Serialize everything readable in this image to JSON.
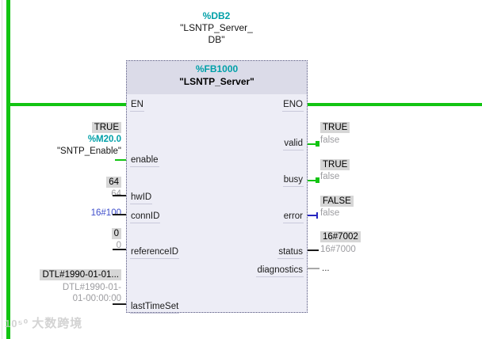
{
  "colors": {
    "rail_green": "#12c412",
    "address_teal": "#00a0a8",
    "operand_blue": "#3e4ecb",
    "error_wire_blue": "#2727c0",
    "monitor_box_bg": "#d6d6d6",
    "block_body": "#ededf6",
    "block_header": "#dbdbe8"
  },
  "instance_db": {
    "address": "%DB2",
    "name_line1": "\"LSNTP_Server_",
    "name_line2": "DB\""
  },
  "block": {
    "address": "%FB1000",
    "title": "\"LSNTP_Server\"",
    "inputs": [
      {
        "label": "EN"
      },
      {
        "label": "enable",
        "monitor": "TRUE",
        "address": "%M20.0",
        "operand": "\"SNTP_Enable\""
      },
      {
        "label": "hwID",
        "monitor": "64",
        "operand": "64"
      },
      {
        "label": "connID",
        "operand": "16#100"
      },
      {
        "label": "referenceID",
        "monitor": "0",
        "operand": "0"
      },
      {
        "label": "lastTimeSet",
        "monitor": "DTL#1990-01-01...",
        "operand_line1": "DTL#1990-01-",
        "operand_line2": "01-00:00:00"
      }
    ],
    "outputs": [
      {
        "label": "ENO"
      },
      {
        "label": "valid",
        "monitor": "TRUE",
        "operand": "false"
      },
      {
        "label": "busy",
        "monitor": "TRUE",
        "operand": "false"
      },
      {
        "label": "error",
        "monitor": "FALSE",
        "operand": "false"
      },
      {
        "label": "status",
        "monitor": "16#7002",
        "operand": "16#7000"
      },
      {
        "label": "diagnostics",
        "operand": "..."
      }
    ]
  },
  "watermark": {
    "logo": "10⁵⁰",
    "text": "大数跨境"
  }
}
